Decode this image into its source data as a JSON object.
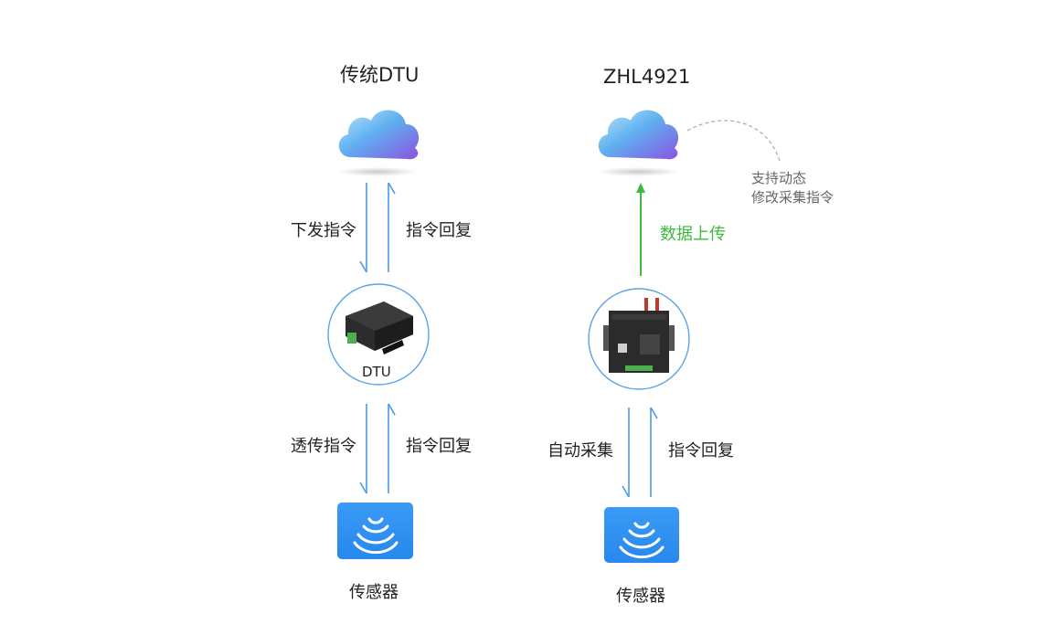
{
  "left": {
    "title": "传统DTU",
    "down_cmd": "下发指令",
    "reply_top": "指令回复",
    "device_label": "DTU",
    "pass_cmd": "透传指令",
    "reply_bottom": "指令回复",
    "sensor_label": "传感器"
  },
  "right": {
    "title": "ZHL4921",
    "note_line1": "支持动态",
    "note_line2": "修改采集指令",
    "upload": "数据上传",
    "auto_collect": "自动采集",
    "reply_bottom": "指令回复",
    "sensor_label": "传感器"
  },
  "colors": {
    "arrow_blue": "#4a9be6",
    "arrow_green": "#3cbb3c",
    "sensor_blue": "#2e8ff0",
    "circle_border": "#5aa3e6"
  },
  "icons": {
    "cloud": "cloud-icon",
    "sensor": "sensor-wave-icon",
    "dtu": "dtu-device-image",
    "gateway": "zhl4921-device-image"
  }
}
